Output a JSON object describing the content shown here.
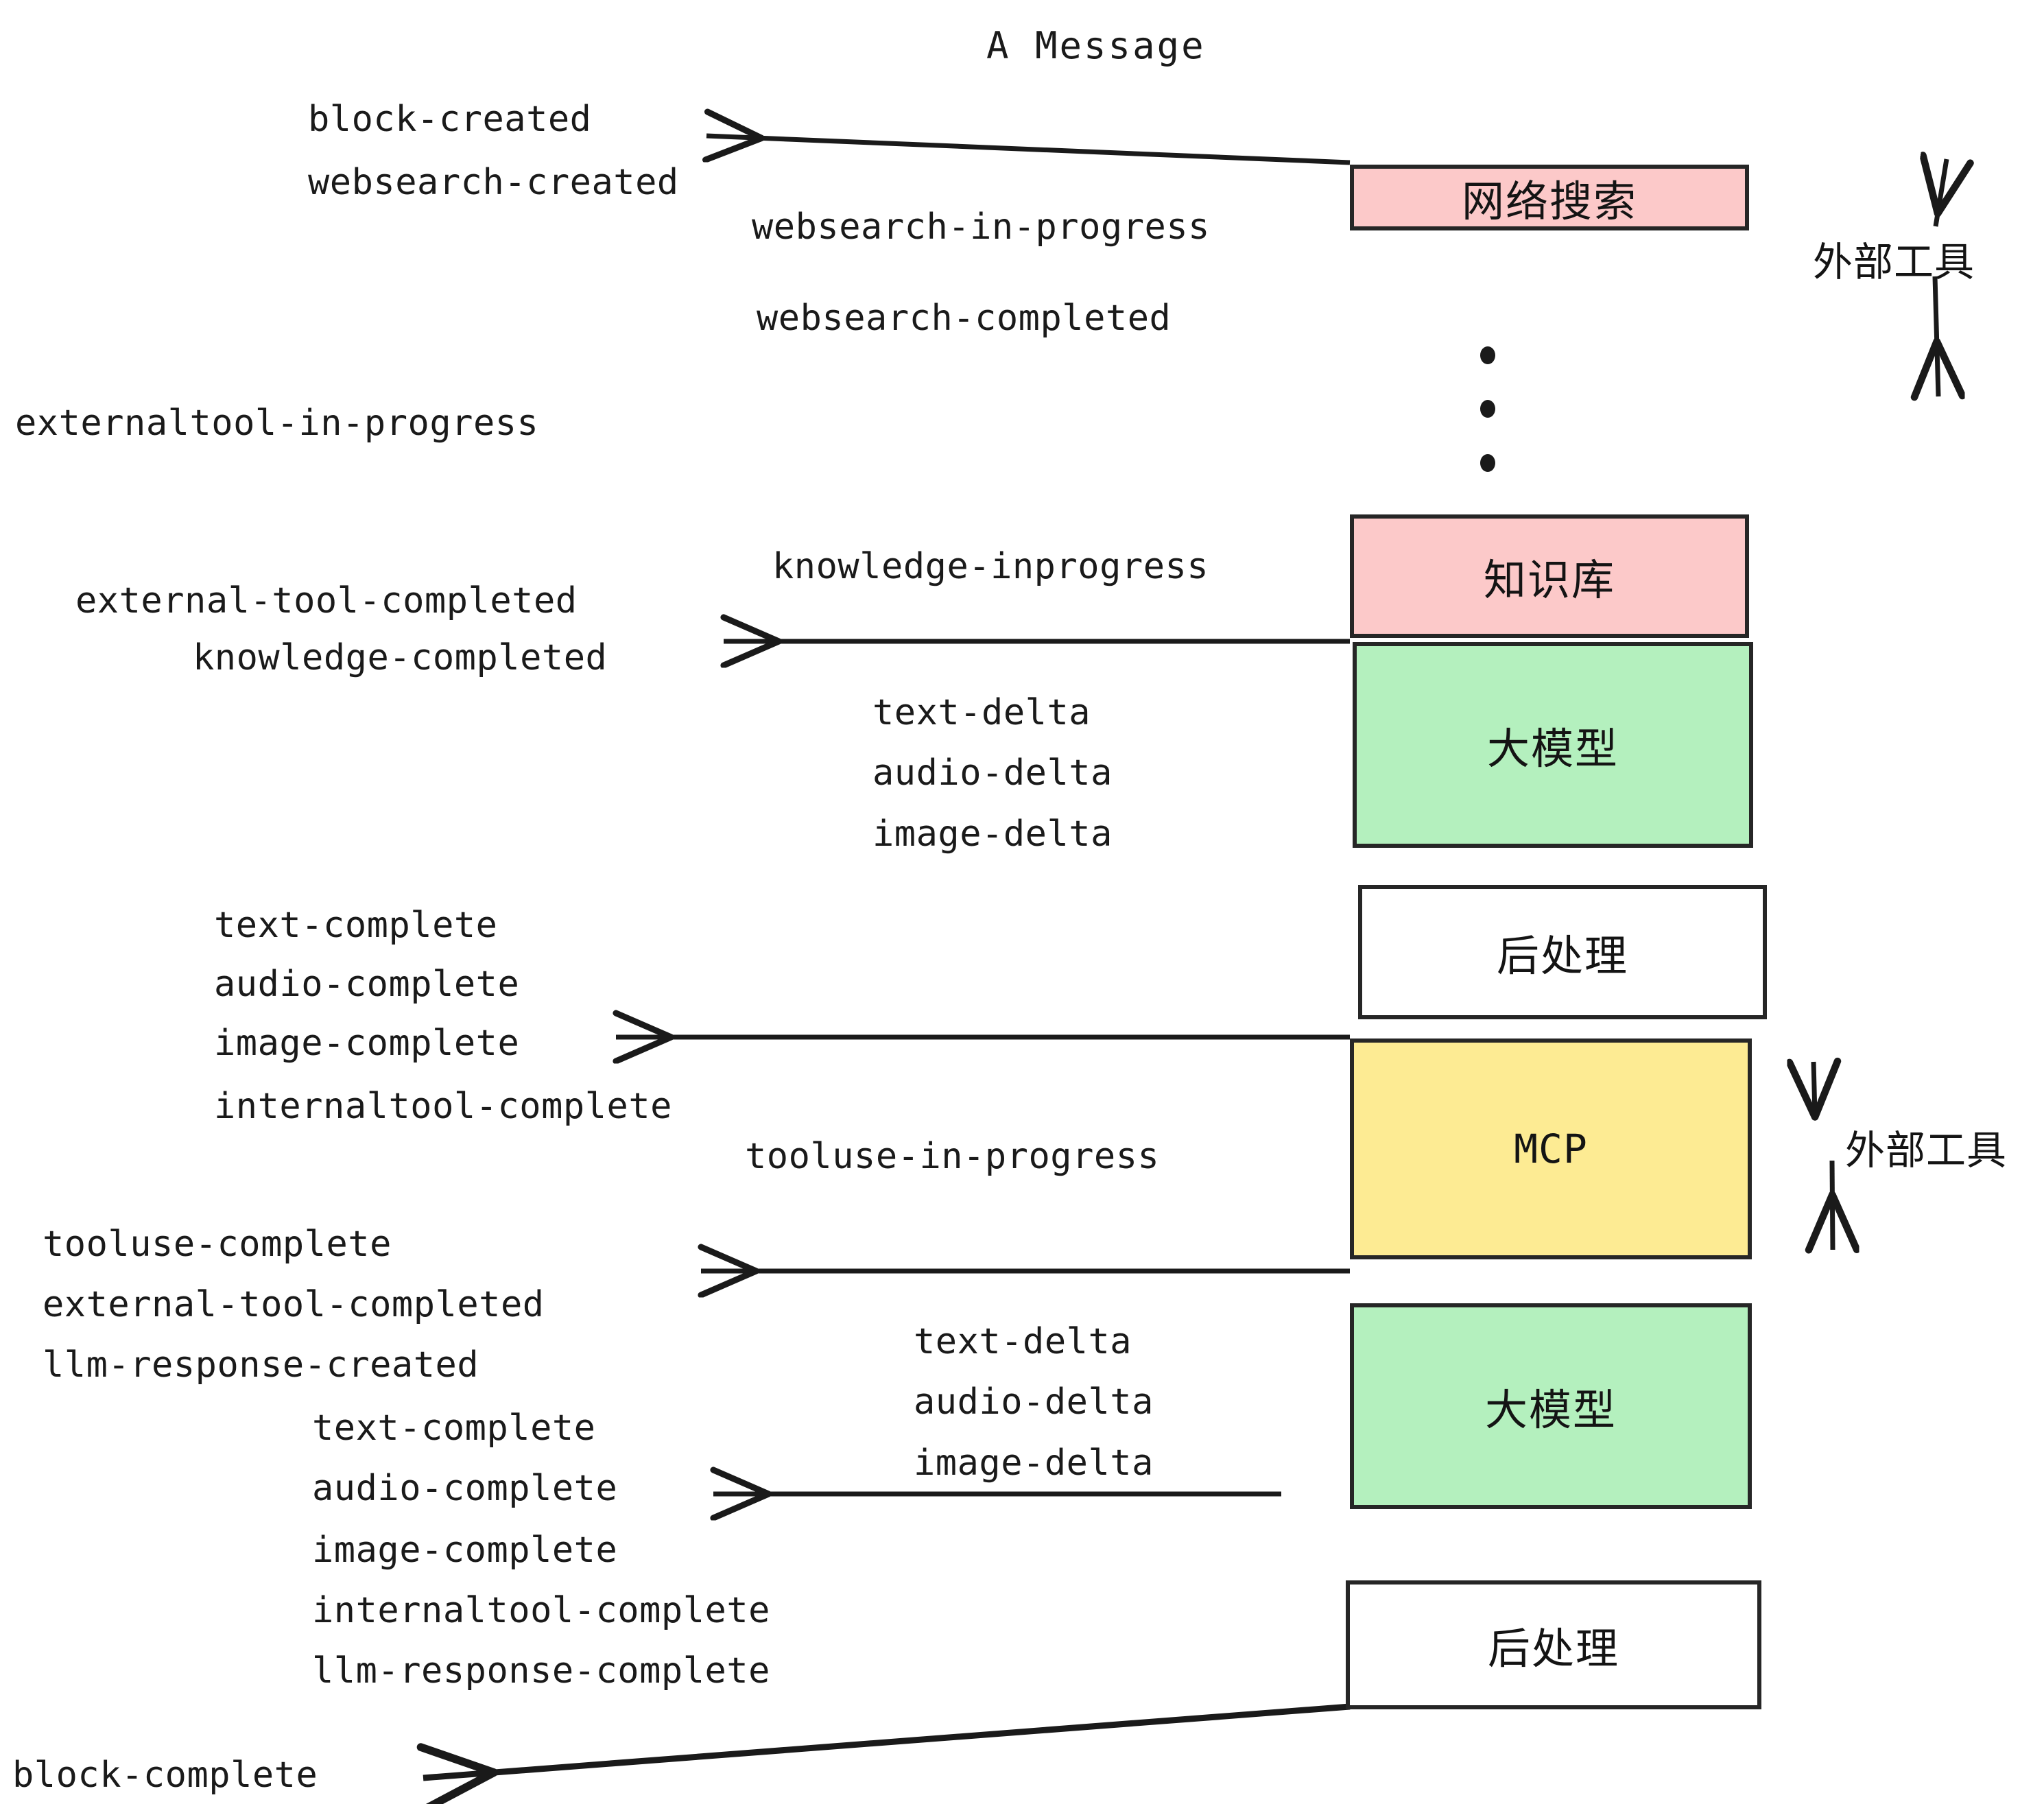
{
  "title": "A Message",
  "colors": {
    "pink": "#FCC9C9",
    "green": "#B4F0BE",
    "yellow": "#FDEB93",
    "white": "#FFFFFF",
    "stroke": "#262626",
    "text": "#1a1a1a"
  },
  "nodes": [
    {
      "id": "websearch",
      "label": "网络搜索",
      "fill": "#FCC9C9"
    },
    {
      "id": "knowledge",
      "label": "知识库",
      "fill": "#FCC9C9"
    },
    {
      "id": "llm-1",
      "label": "大模型",
      "fill": "#B4F0BE"
    },
    {
      "id": "postprocess-1",
      "label": "后处理",
      "fill": "#FFFFFF"
    },
    {
      "id": "mcp",
      "label": "MCP",
      "fill": "#FDEB93"
    },
    {
      "id": "llm-2",
      "label": "大模型",
      "fill": "#B4F0BE"
    },
    {
      "id": "postprocess-2",
      "label": "后处理",
      "fill": "#FFFFFF"
    }
  ],
  "side_annotations": [
    {
      "id": "external-tools-top",
      "label": "外部工具"
    },
    {
      "id": "external-tools-bottom",
      "label": "外部工具"
    }
  ],
  "events": [
    {
      "id": "block-created",
      "text": "block-created"
    },
    {
      "id": "websearch-created",
      "text": "websearch-created"
    },
    {
      "id": "websearch-in-progress",
      "text": "websearch-in-progress"
    },
    {
      "id": "websearch-completed",
      "text": "websearch-completed"
    },
    {
      "id": "externaltool-in-progress",
      "text": "externaltool-in-progress"
    },
    {
      "id": "knowledge-inprogress",
      "text": "knowledge-inprogress"
    },
    {
      "id": "external-tool-completed-1",
      "text": "external-tool-completed"
    },
    {
      "id": "knowledge-completed",
      "text": "knowledge-completed"
    },
    {
      "id": "text-delta-1",
      "text": "text-delta"
    },
    {
      "id": "audio-delta-1",
      "text": "audio-delta"
    },
    {
      "id": "image-delta-1",
      "text": "image-delta"
    },
    {
      "id": "text-complete-1",
      "text": "text-complete"
    },
    {
      "id": "audio-complete-1",
      "text": "audio-complete"
    },
    {
      "id": "image-complete-1",
      "text": "image-complete"
    },
    {
      "id": "internaltool-complete-1",
      "text": "internaltool-complete"
    },
    {
      "id": "tooluse-in-progress",
      "text": "tooluse-in-progress"
    },
    {
      "id": "tooluse-complete",
      "text": "tooluse-complete"
    },
    {
      "id": "external-tool-completed-2",
      "text": "external-tool-completed"
    },
    {
      "id": "llm-response-created",
      "text": "llm-response-created"
    },
    {
      "id": "text-delta-2",
      "text": "text-delta"
    },
    {
      "id": "audio-delta-2",
      "text": "audio-delta"
    },
    {
      "id": "image-delta-2",
      "text": "image-delta"
    },
    {
      "id": "text-complete-2",
      "text": "text-complete"
    },
    {
      "id": "audio-complete-2",
      "text": "audio-complete"
    },
    {
      "id": "image-complete-2",
      "text": "image-complete"
    },
    {
      "id": "internaltool-complete-2",
      "text": "internaltool-complete"
    },
    {
      "id": "llm-response-complete",
      "text": "llm-response-complete"
    },
    {
      "id": "block-complete",
      "text": "block-complete"
    }
  ]
}
